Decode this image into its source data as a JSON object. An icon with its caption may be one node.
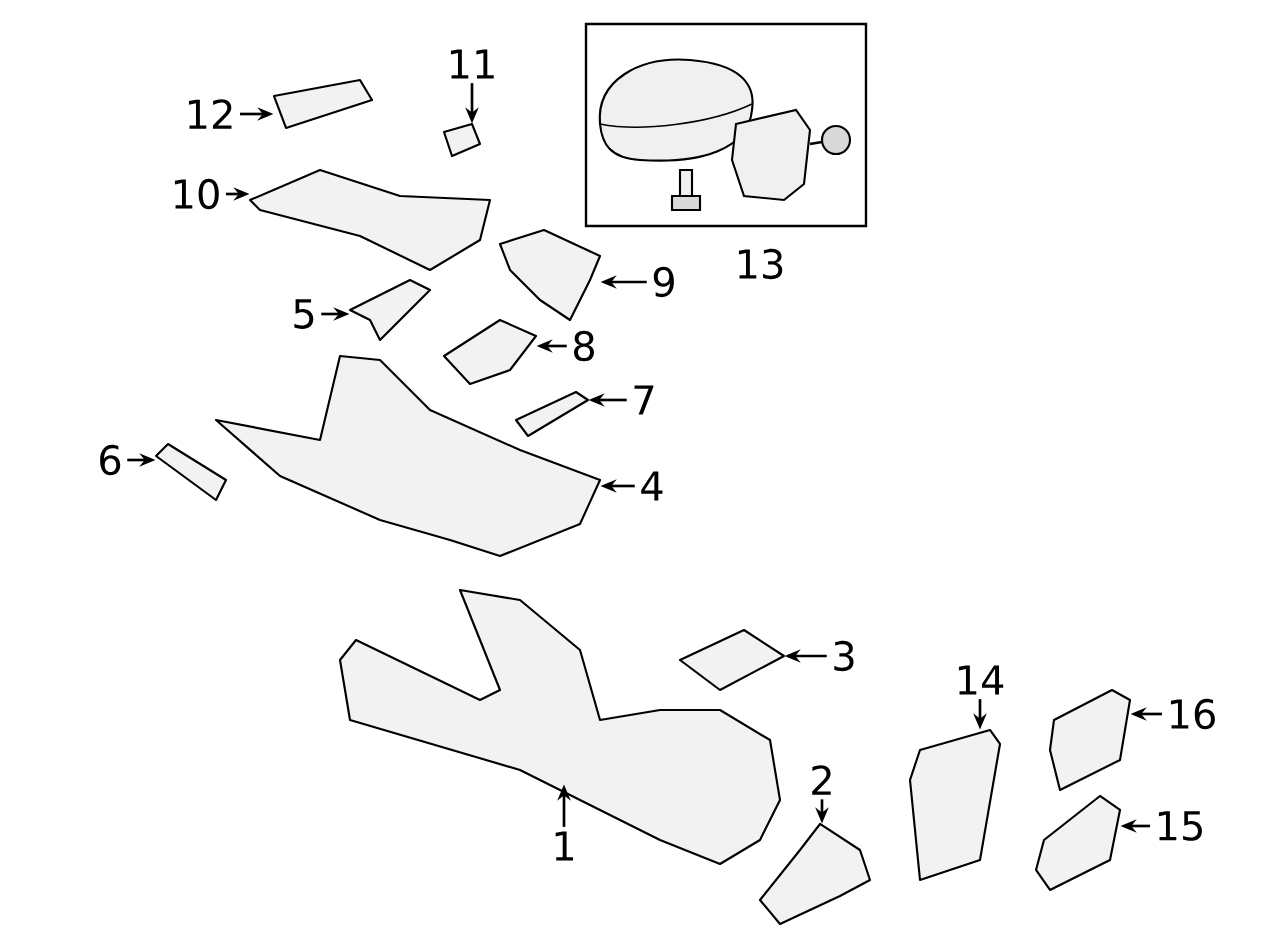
{
  "diagram": {
    "nodes": [
      {
        "text": [
          "12"
        ]
      },
      {
        "text": [],
        "shape": "picture"
      },
      {
        "text": [
          "11"
        ]
      },
      {
        "text": [],
        "shape": "picture"
      },
      {
        "text": [
          "13"
        ]
      },
      {
        "text": [
          "10"
        ]
      },
      {
        "text": [],
        "shape": "picture"
      },
      {
        "text": [
          "9"
        ]
      },
      {
        "text": [],
        "shape": "picture"
      },
      {
        "text": [
          "5"
        ]
      },
      {
        "text": [],
        "shape": "picture"
      },
      {
        "text": [
          "8"
        ]
      },
      {
        "text": [],
        "shape": "picture"
      },
      {
        "text": [
          "7"
        ]
      },
      {
        "text": [],
        "shape": "picture"
      },
      {
        "text": [
          "6"
        ]
      },
      {
        "text": [],
        "shape": "picture"
      },
      {
        "text": [
          "4"
        ]
      },
      {
        "text": [],
        "shape": "picture"
      },
      {
        "text": [
          "3"
        ]
      },
      {
        "text": [],
        "shape": "picture"
      },
      {
        "text": [
          "14"
        ]
      },
      {
        "text": [],
        "shape": "picture"
      },
      {
        "text": [
          "16"
        ]
      },
      {
        "text": [],
        "shape": "picture"
      },
      {
        "text": [
          "2"
        ]
      },
      {
        "text": [],
        "shape": "picture"
      },
      {
        "text": [
          "1"
        ]
      },
      {
        "text": [],
        "shape": "picture"
      },
      {
        "text": [
          "15"
        ]
      },
      {
        "text": [],
        "shape": "picture"
      }
    ],
    "edges": [
      {
        "from": 0,
        "to": 1,
        "arrow": "to"
      },
      {
        "from": 2,
        "to": 3,
        "arrow": "to"
      },
      {
        "from": 5,
        "to": 6,
        "arrow": "to"
      },
      {
        "from": 7,
        "to": 8,
        "arrow": "to"
      },
      {
        "from": 9,
        "to": 10,
        "arrow": "to"
      },
      {
        "from": 11,
        "to": 12,
        "arrow": "to"
      },
      {
        "from": 13,
        "to": 14,
        "arrow": "to"
      },
      {
        "from": 15,
        "to": 16,
        "arrow": "to"
      },
      {
        "from": 17,
        "to": 18,
        "arrow": "to"
      },
      {
        "from": 19,
        "to": 20,
        "arrow": "to"
      },
      {
        "from": 21,
        "to": 22,
        "arrow": "to"
      },
      {
        "from": 23,
        "to": 24,
        "arrow": "to"
      },
      {
        "from": 25,
        "to": 26,
        "arrow": "to"
      },
      {
        "from": 27,
        "to": 28,
        "arrow": "to"
      },
      {
        "from": 29,
        "to": 30,
        "arrow": "to"
      }
    ]
  }
}
